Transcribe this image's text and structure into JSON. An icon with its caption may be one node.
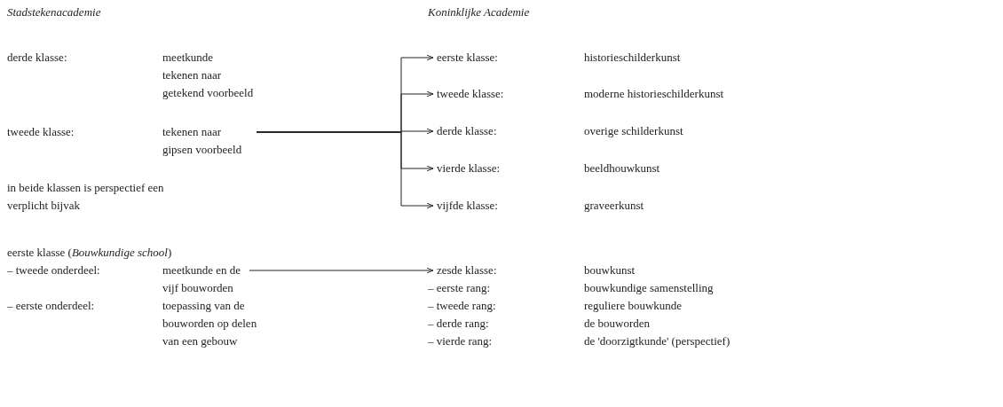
{
  "diagram": {
    "nodes": [
      {
        "text": [
          "tekenen naar gipsen voorbeeld"
        ]
      },
      {
        "text": [
          "eerste klasse:"
        ]
      },
      {
        "text": [
          "tweede klasse:"
        ]
      },
      {
        "text": [
          "derde klasse:"
        ]
      },
      {
        "text": [
          "vierde klasse:"
        ]
      },
      {
        "text": [
          "vijfde klasse:"
        ]
      },
      {
        "text": [
          "meetkunde en de vijf bouworden"
        ]
      },
      {
        "text": [
          "zesde klasse:"
        ]
      }
    ],
    "edges": [
      {
        "from": 0,
        "to": 1,
        "arrow": "to"
      },
      {
        "from": 0,
        "to": 2,
        "arrow": "to"
      },
      {
        "from": 0,
        "to": 3,
        "arrow": "to"
      },
      {
        "from": 0,
        "to": 4,
        "arrow": "to"
      },
      {
        "from": 0,
        "to": 5,
        "arrow": "to"
      },
      {
        "from": 6,
        "to": 7,
        "arrow": "to"
      }
    ],
    "labels": [
      "Stadstekenacademie",
      "Koninklijke Academie",
      "derde klasse:",
      "meetkunde",
      "tekenen naar getekend voorbeeld",
      "historieschilderkunst",
      "moderne historieschilderkunst",
      "tweede klasse:",
      "overige schilderkunst",
      "beeldhouwkunst",
      "in beide klassen is perspectief een verplicht bijvak",
      "graveerkunst",
      "eerste klasse (*Bouwkundige school*)",
      "– tweede onderdeel:",
      "bouwkunst",
      "– eerste rang:",
      "bouwkundige samenstelling",
      "– eerste onderdeel:",
      "toepassing van de bouworden op delen van een gebouw",
      "– tweede rang:",
      "reguliere bouwkunde",
      "– derde rang:",
      "de bouworden",
      "– vierde rang:",
      "de 'doorzigtkunde' (perspectief)"
    ]
  }
}
